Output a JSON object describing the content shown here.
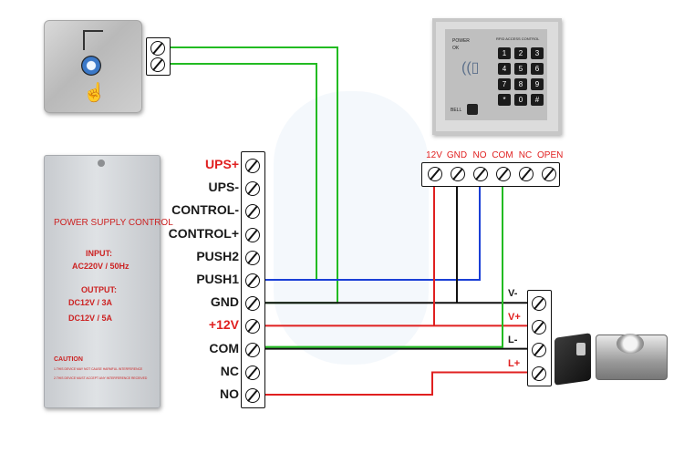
{
  "psu_terminals": [
    "UPS+",
    "UPS-",
    "CONTROL-",
    "CONTROL+",
    "PUSH2",
    "PUSH1",
    "GND",
    "+12V",
    "COM",
    "NC",
    "NO"
  ],
  "psu_red_terminals": [
    "UPS+",
    "+12V"
  ],
  "keypad_terminals": [
    "12V",
    "GND",
    "NO",
    "COM",
    "NC",
    "OPEN"
  ],
  "lock_terminals": [
    "V-",
    "V+",
    "L-",
    "L+"
  ],
  "lock_red_terminals": [
    "V+",
    "L+"
  ],
  "psu_panel": {
    "title": "POWER SUPPLY CONTROL",
    "input_label": "INPUT:",
    "input_value": "AC220V / 50Hz",
    "output_label": "OUTPUT:",
    "output_1": "DC12V / 3A",
    "output_2": "DC12V / 5A",
    "caution_title": "CAUTION",
    "caution_1": "1.THIS DEVICE MAY NOT CAUSE HARMFUL INTERFERENCE",
    "caution_2": "2.THIS DEVICE MUST ACCEPT ANY INTERFERENCE RECEIVED"
  },
  "keypad_device": {
    "led_power": "POWER",
    "led_ok": "OK",
    "title": "RFID ACCESS CONTROL",
    "bell": "BELL",
    "keys": [
      "1",
      "2",
      "3",
      "4",
      "5",
      "6",
      "7",
      "8",
      "9",
      "*",
      "0",
      "#"
    ]
  },
  "wire_colors": {
    "green": "#22bb22",
    "blue": "#1a3fd6",
    "black": "#111111",
    "red": "#e02020"
  }
}
